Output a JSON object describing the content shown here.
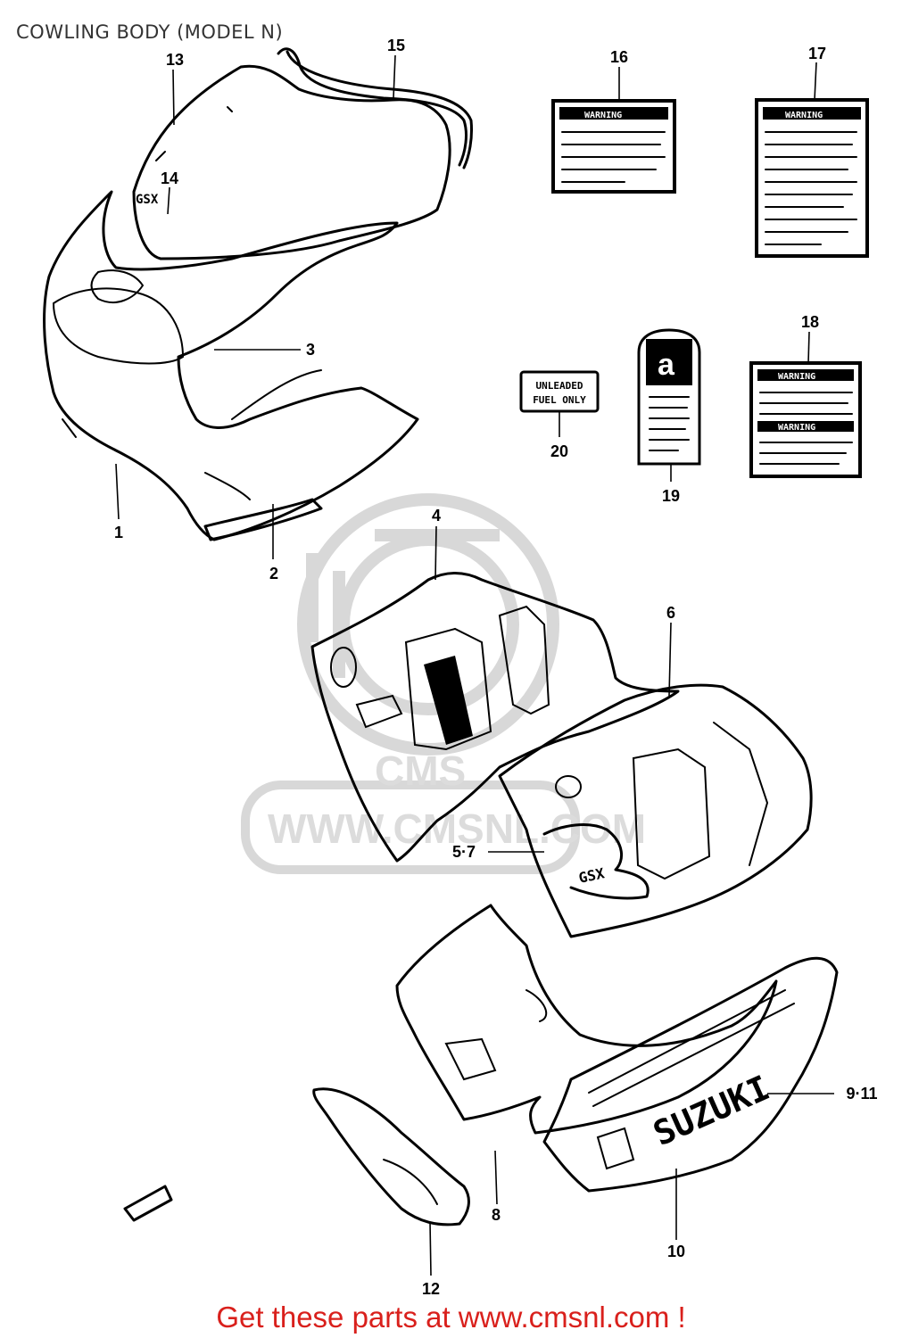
{
  "header": {
    "title": "COWLING BODY (MODEL N)"
  },
  "footer": {
    "text": "Get these parts at www.cmsnl.com !"
  },
  "watermark": {
    "text": "WWW.CMSNL.COM",
    "logo": "CMS"
  },
  "labels": {
    "warning_text": "WARNING",
    "unleaded_line1": "UNLEADED",
    "unleaded_line2": "FUEL ONLY",
    "brand_text": "SUZUKI",
    "model_text": "GSX"
  },
  "callouts": [
    {
      "id": "p1",
      "text": "1"
    },
    {
      "id": "p2",
      "text": "2"
    },
    {
      "id": "p3",
      "text": "3"
    },
    {
      "id": "p4",
      "text": "4"
    },
    {
      "id": "p57",
      "text": "5·7"
    },
    {
      "id": "p6",
      "text": "6"
    },
    {
      "id": "p8",
      "text": "8"
    },
    {
      "id": "p911",
      "text": "9·11"
    },
    {
      "id": "p10",
      "text": "10"
    },
    {
      "id": "p12",
      "text": "12"
    },
    {
      "id": "p13",
      "text": "13"
    },
    {
      "id": "p14",
      "text": "14"
    },
    {
      "id": "p15",
      "text": "15"
    },
    {
      "id": "p16",
      "text": "16"
    },
    {
      "id": "p17",
      "text": "17"
    },
    {
      "id": "p18",
      "text": "18"
    },
    {
      "id": "p19",
      "text": "19"
    },
    {
      "id": "p20",
      "text": "20"
    }
  ],
  "colors": {
    "footer": "#d9201c",
    "line": "#000000",
    "watermark": "#d8d8d8"
  }
}
